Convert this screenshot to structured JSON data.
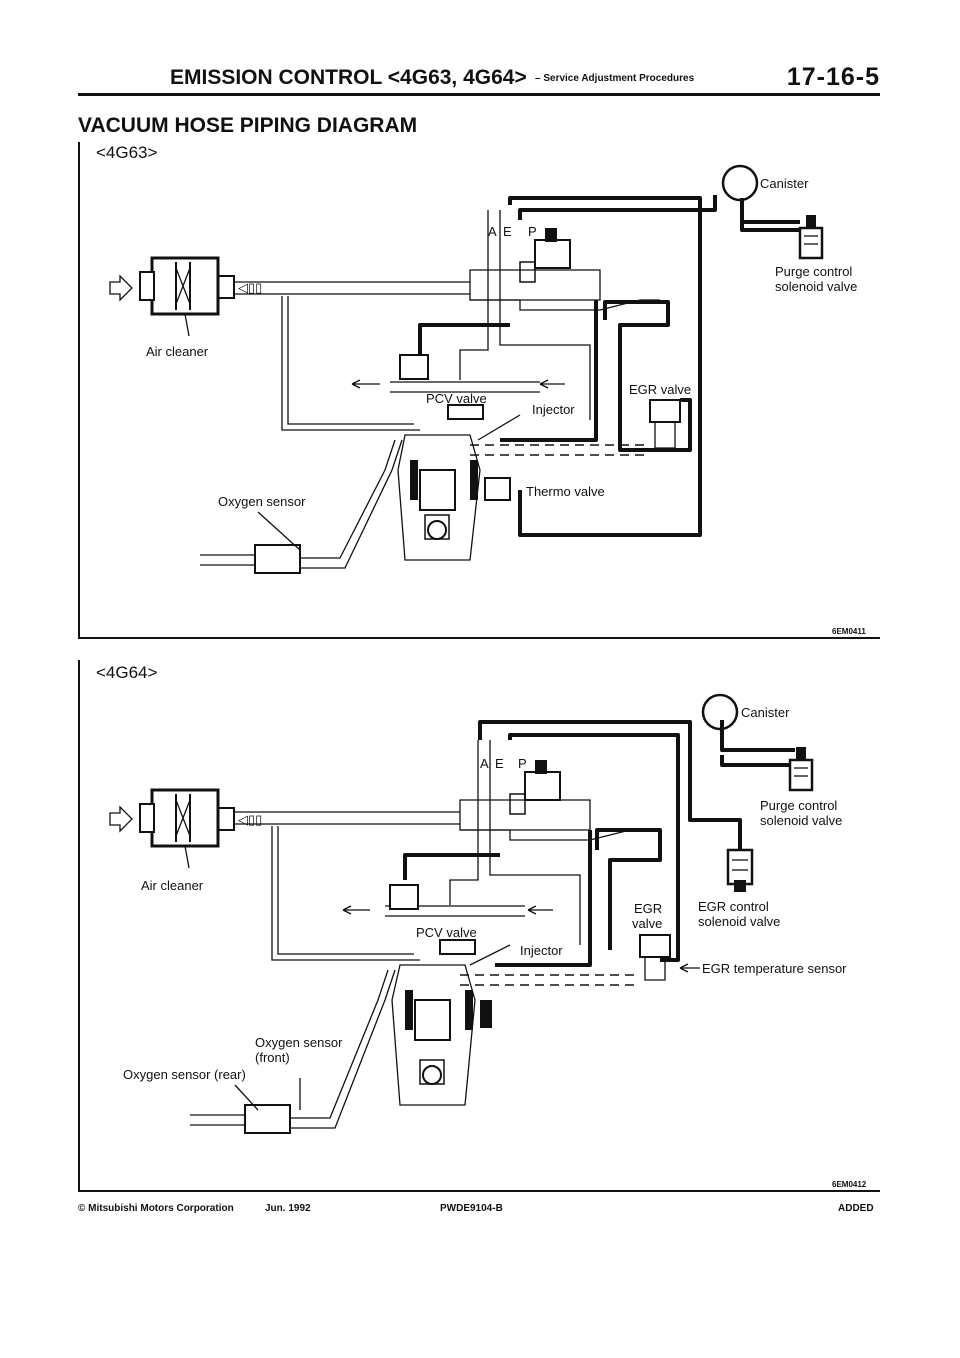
{
  "header": {
    "title": "EMISSION CONTROL <4G63, 4G64>",
    "subtitle": "– Service Adjustment Procedures",
    "page_number": "17-16-5"
  },
  "section_title": "VACUUM HOSE PIPING DIAGRAM",
  "diagrams": [
    {
      "variant": "<4G63>",
      "code": "6EM0411",
      "labels": {
        "canister": "Canister",
        "purge_line1": "Purge control",
        "purge_line2": "solenoid valve",
        "air_cleaner": "Air cleaner",
        "pcv_valve": "PCV valve",
        "injector": "Injector",
        "egr_valve": "EGR valve",
        "thermo_valve": "Thermo valve",
        "oxygen_sensor": "Oxygen sensor",
        "port_a": "A",
        "port_e": "E",
        "port_p": "P"
      }
    },
    {
      "variant": "<4G64>",
      "code": "6EM0412",
      "labels": {
        "canister": "Canister",
        "purge_line1": "Purge control",
        "purge_line2": "solenoid valve",
        "air_cleaner": "Air cleaner",
        "pcv_valve": "PCV valve",
        "injector": "Injector",
        "egr_line1": "EGR",
        "egr_line2": "valve",
        "egr_control_line1": "EGR control",
        "egr_control_line2": "solenoid valve",
        "egr_temp_sensor": "EGR temperature sensor",
        "oxygen_front_line1": "Oxygen sensor",
        "oxygen_front_line2": "(front)",
        "oxygen_rear": "Oxygen sensor (rear)",
        "port_a": "A",
        "port_e": "E",
        "port_p": "P"
      }
    }
  ],
  "footer": {
    "copyright": "© Mitsubishi Motors Corporation",
    "date": "Jun. 1992",
    "doc_code": "PWDE9104-B",
    "status": "ADDED"
  }
}
